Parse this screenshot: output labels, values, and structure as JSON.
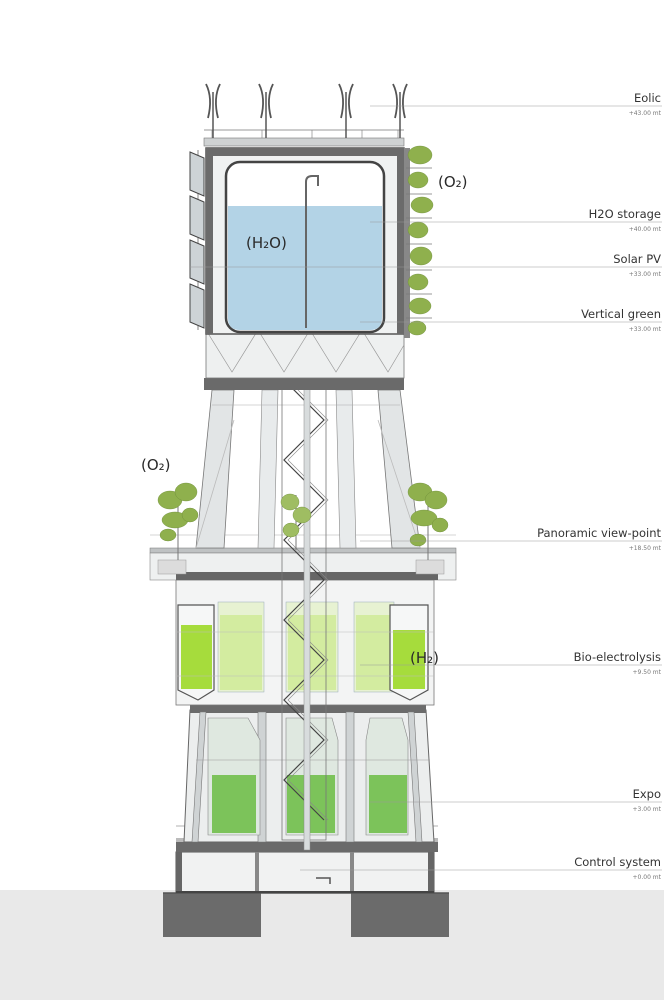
{
  "levels": [
    {
      "name": "Eolic",
      "elevation": "+43.00 mt"
    },
    {
      "name": "H2O storage",
      "elevation": "+40.00 mt"
    },
    {
      "name": "Solar PV",
      "elevation": "+33.00 mt"
    },
    {
      "name": "Vertical green",
      "elevation": "+33.00 mt"
    },
    {
      "name": "Panoramic view-point",
      "elevation": "+18.50 mt"
    },
    {
      "name": "Bio-electrolysis",
      "elevation": "+9.50 mt"
    },
    {
      "name": "Expo",
      "elevation": "+3.00 mt"
    },
    {
      "name": "Control system",
      "elevation": "+0.00 mt"
    }
  ],
  "chem_labels": {
    "o2_top": "(O₂)",
    "h2o": "(H₂O)",
    "o2_mid": "(O₂)",
    "h2": "(H₂)"
  },
  "colors": {
    "water": "#b3d3e6",
    "bio_green": "#a6dc3c",
    "light_green": "#d3eca0",
    "expo_green": "#7cc35a",
    "structure": "#555555",
    "concrete": "#e4e6e7",
    "ground": "#e9e9e9",
    "foliage": "#8fb04d"
  }
}
